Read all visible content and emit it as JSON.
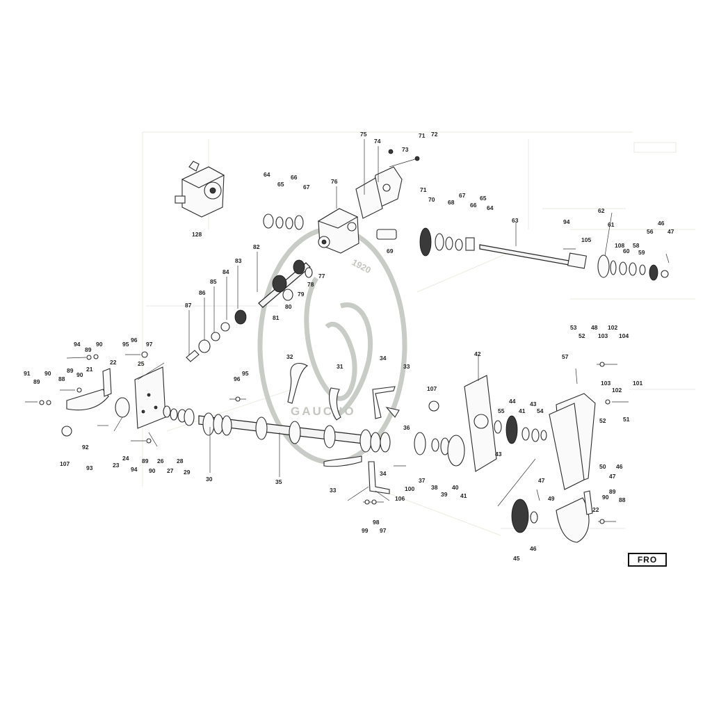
{
  "sheet": {
    "code": "FRO",
    "watermark": {
      "brand": "GAUCHO",
      "year": "1920"
    }
  },
  "callouts": [
    "128",
    "64",
    "65",
    "66",
    "67",
    "76",
    "75",
    "74",
    "73",
    "71",
    "72",
    "71",
    "70",
    "68",
    "67",
    "65",
    "66",
    "64",
    "69",
    "63",
    "94",
    "105",
    "62",
    "61",
    "108",
    "60",
    "58",
    "59",
    "56",
    "46",
    "47",
    "82",
    "84",
    "83",
    "85",
    "86",
    "87",
    "81",
    "80",
    "79",
    "78",
    "77",
    "32",
    "31",
    "34",
    "33",
    "107",
    "42",
    "57",
    "53",
    "52",
    "48",
    "103",
    "102",
    "104",
    "103",
    "102",
    "101",
    "94",
    "89",
    "90",
    "95",
    "96",
    "97",
    "22",
    "21",
    "25",
    "91",
    "89",
    "90",
    "88",
    "89",
    "90",
    "96",
    "95",
    "23",
    "24",
    "26",
    "27",
    "28",
    "29",
    "30",
    "35",
    "92",
    "93",
    "107",
    "94",
    "89",
    "90",
    "36",
    "37",
    "38",
    "39",
    "40",
    "41",
    "55",
    "44",
    "41",
    "43",
    "43",
    "54",
    "52",
    "51",
    "50",
    "46",
    "47",
    "33",
    "34",
    "106",
    "100",
    "99",
    "98",
    "97",
    "47",
    "49",
    "22",
    "89",
    "90",
    "88",
    "45",
    "46"
  ]
}
